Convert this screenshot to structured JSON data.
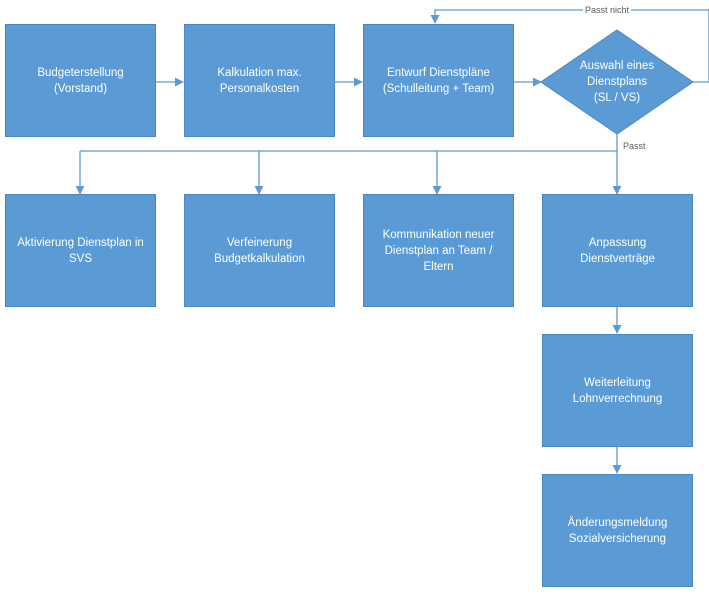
{
  "nodes": {
    "budget": "Budgeterstellung\n(Vorstand)",
    "kalkulation": "Kalkulation max.\nPersonalkosten",
    "entwurf": "Entwurf Dienstpläne\n(Schulleitung + Team)",
    "auswahl": "Auswahl eines\nDienstplans\n(SL / VS)",
    "aktivierung": "Aktivierung Dienstplan in\nSVS",
    "verfeinerung": "Verfeinerung\nBudgetkalkulation",
    "kommunikation": "Kommunikation neuer\nDienstplan an Team /\nEltern",
    "anpassung": "Anpassung\nDienstverträge",
    "weiterleitung": "Weiterleitung\nLohnverrechnung",
    "aenderung": "Änderungsmeldung\nSozialversicherung"
  },
  "edge_labels": {
    "passt_nicht": "Passt nicht",
    "passt": "Passt"
  },
  "colors": {
    "box_fill": "#5b9bd5",
    "box_border": "#4a86bf",
    "connector": "#5b9bd5",
    "text": "#ffffff"
  }
}
